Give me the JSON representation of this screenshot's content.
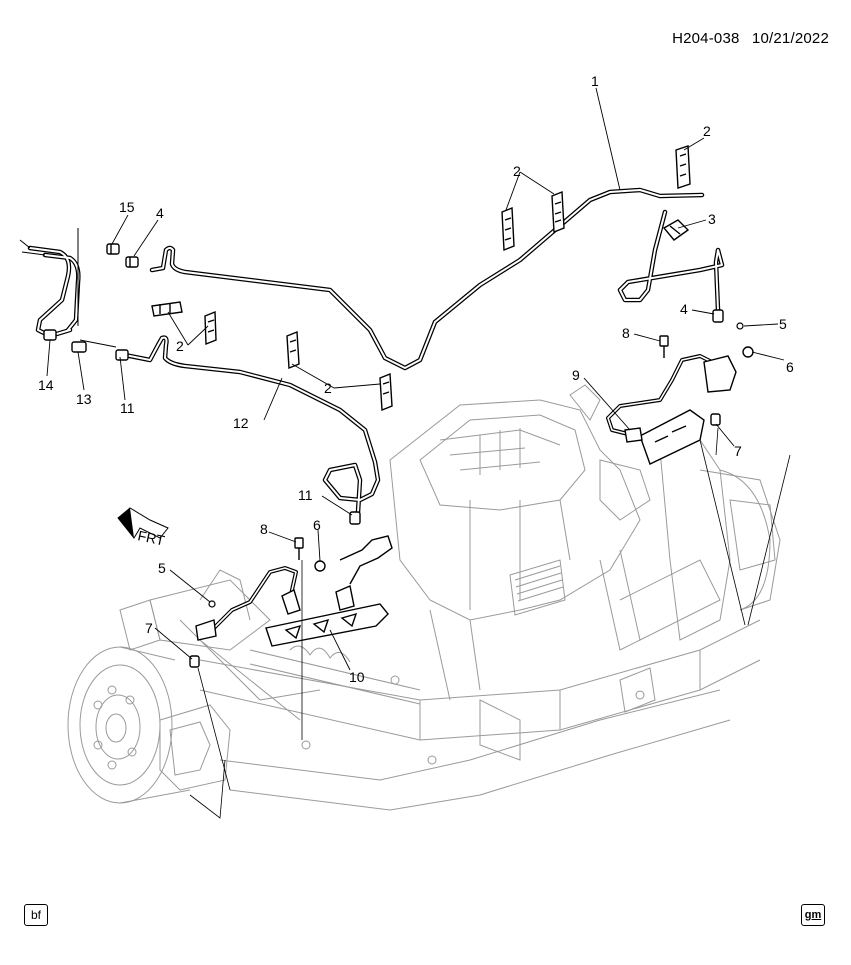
{
  "header": {
    "part_code": "H204-038",
    "date": "10/21/2022"
  },
  "direction_label": "FRT",
  "callouts": [
    {
      "id": "c1",
      "label": "1"
    },
    {
      "id": "c2a",
      "label": "2"
    },
    {
      "id": "c2b",
      "label": "2"
    },
    {
      "id": "c2c",
      "label": "2"
    },
    {
      "id": "c2d",
      "label": "2"
    },
    {
      "id": "c3",
      "label": "3"
    },
    {
      "id": "c4a",
      "label": "4"
    },
    {
      "id": "c4b",
      "label": "4"
    },
    {
      "id": "c5a",
      "label": "5"
    },
    {
      "id": "c5b",
      "label": "5"
    },
    {
      "id": "c6a",
      "label": "6"
    },
    {
      "id": "c6b",
      "label": "6"
    },
    {
      "id": "c7a",
      "label": "7"
    },
    {
      "id": "c7b",
      "label": "7"
    },
    {
      "id": "c8a",
      "label": "8"
    },
    {
      "id": "c8b",
      "label": "8"
    },
    {
      "id": "c9",
      "label": "9"
    },
    {
      "id": "c10",
      "label": "10"
    },
    {
      "id": "c11a",
      "label": "11"
    },
    {
      "id": "c11b",
      "label": "11"
    },
    {
      "id": "c12",
      "label": "12"
    },
    {
      "id": "c13",
      "label": "13"
    },
    {
      "id": "c14",
      "label": "14"
    },
    {
      "id": "c15",
      "label": "15"
    }
  ],
  "footer": {
    "left_badge": "bf",
    "right_badge": "gm"
  },
  "colors": {
    "line": "#000000",
    "detail": "#9a9a9a",
    "background": "#ffffff"
  }
}
